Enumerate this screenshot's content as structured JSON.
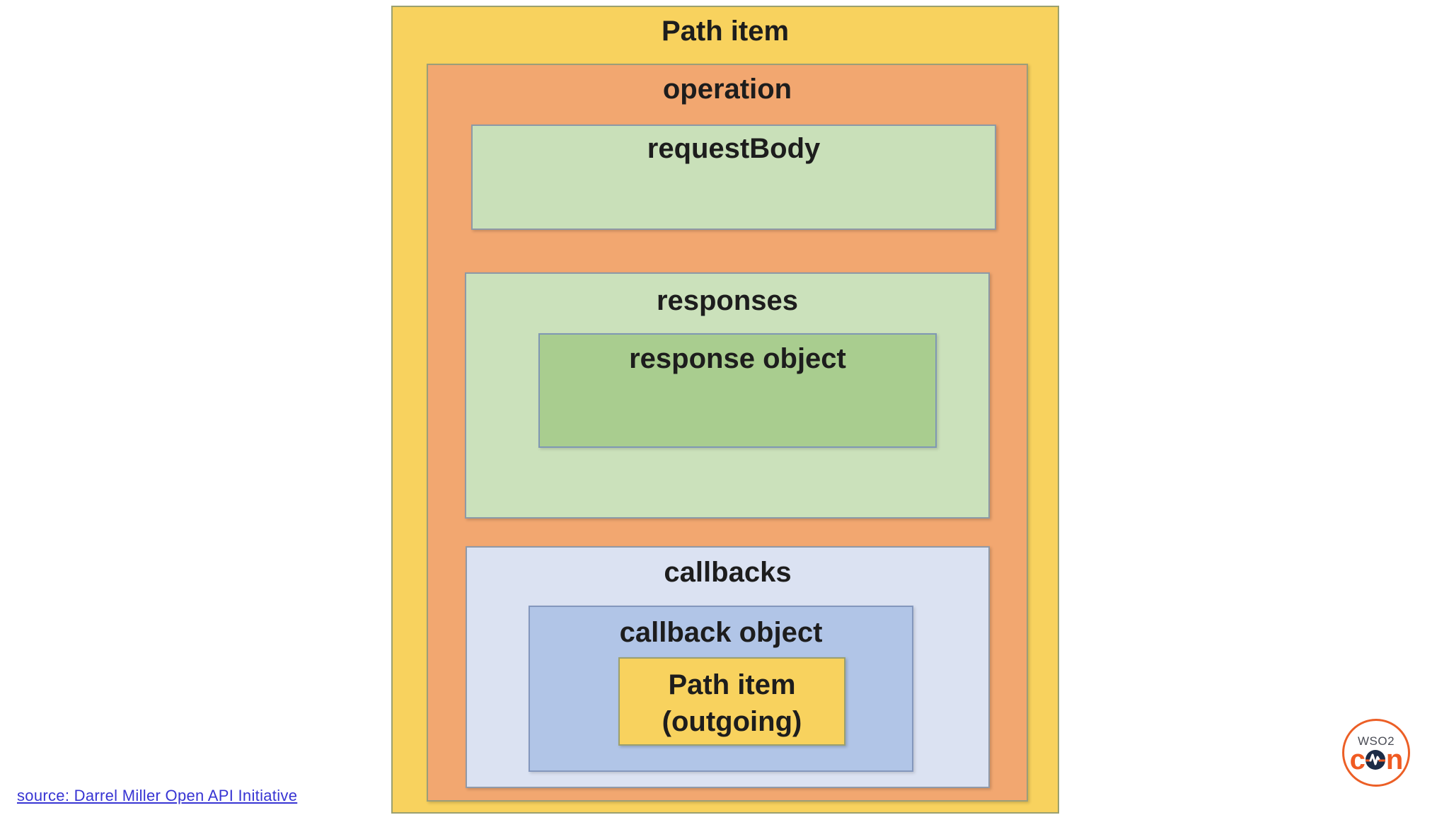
{
  "diagram": {
    "path_item_label": "Path item",
    "operation_label": "operation",
    "request_body_label": "requestBody",
    "responses_label": "responses",
    "response_object_label": "response object",
    "callbacks_label": "callbacks",
    "callback_object_label": "callback object",
    "path_item_outgoing_line1": "Path item",
    "path_item_outgoing_line2": "(outgoing)"
  },
  "footer": {
    "source_link_text": "source: Darrel Miller Open API Initiative"
  },
  "logo": {
    "brand": "WSO2",
    "event_word_c": "c",
    "event_word_n": "n",
    "pulse_icon": "heartbeat-pulse-icon"
  },
  "colors": {
    "path_item_fill": "#f8d25e",
    "operation_fill": "#f2a770",
    "request_body_fill": "#c9e0b9",
    "responses_fill": "#cbe1bb",
    "response_object_fill": "#a9cd8f",
    "callbacks_fill": "#dbe2f2",
    "callback_object_fill": "#b1c5e7",
    "link_color": "#3734d3",
    "logo_orange": "#f05a22",
    "logo_navy": "#1b2b46"
  }
}
